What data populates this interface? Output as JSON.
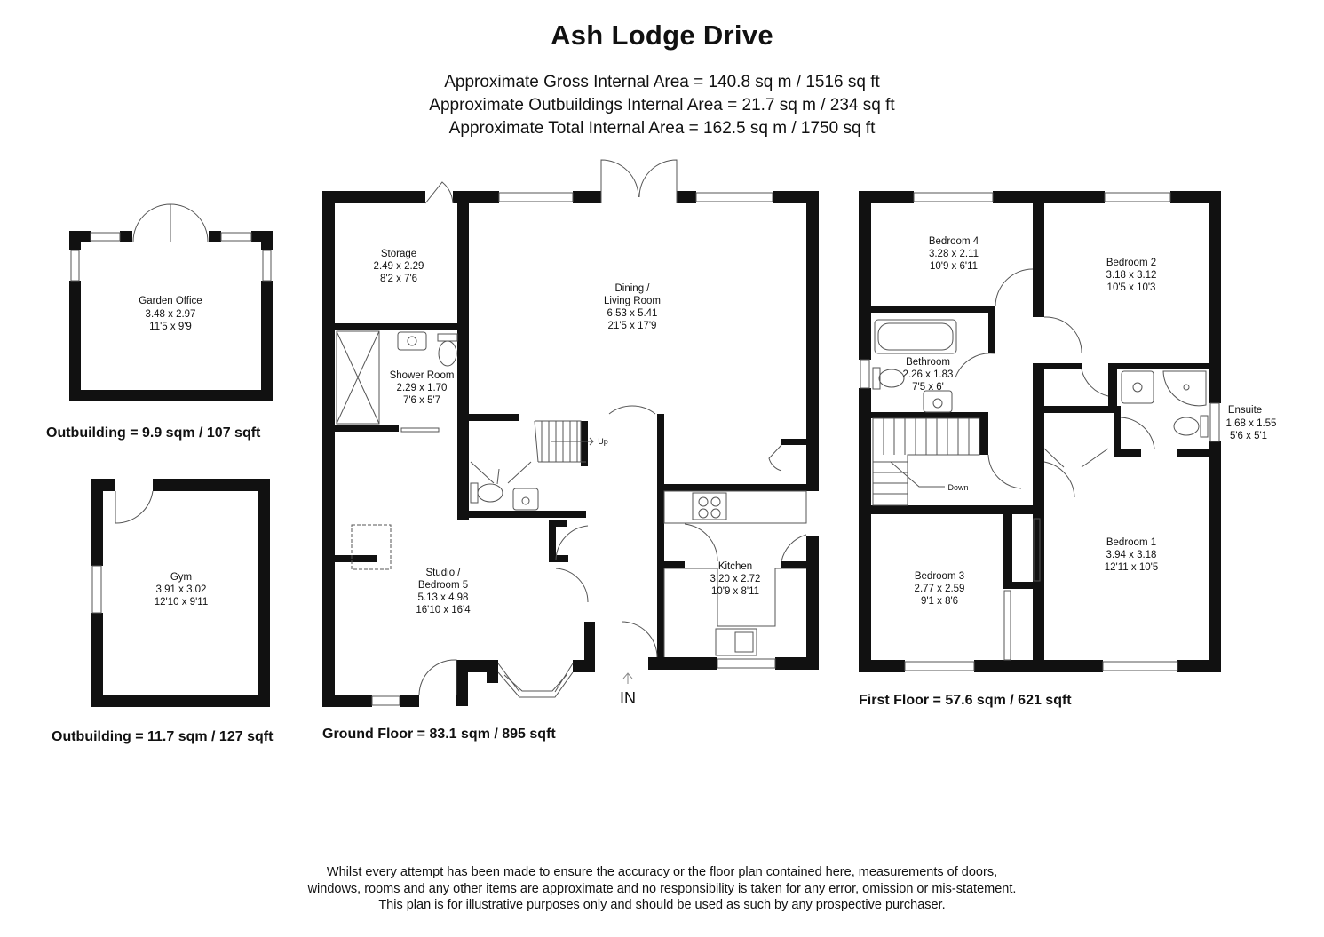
{
  "title": "Ash Lodge Drive",
  "areas": [
    "Approximate Gross Internal Area = 140.8 sq m / 1516 sq ft",
    "Approximate Outbuildings Internal Area = 21.7 sq m / 234 sq ft",
    "Approximate Total Internal Area = 162.5 sq m / 1750 sq ft"
  ],
  "floors": {
    "garden_office_building": "Outbuilding = 9.9 sqm / 107 sqft",
    "gym_building": "Outbuilding = 11.7 sqm / 127 sqft",
    "ground": "Ground Floor = 83.1 sqm / 895 sqft",
    "first": "First Floor = 57.6 sqm / 621 sqft"
  },
  "rooms": {
    "garden_office": {
      "name": "Garden Office",
      "metric": "3.48 x 2.97",
      "imperial": "11'5 x 9'9"
    },
    "gym": {
      "name": "Gym",
      "metric": "3.91 x 3.02",
      "imperial": "12'10 x 9'11"
    },
    "storage": {
      "name": "Storage",
      "metric": "2.49 x 2.29",
      "imperial": "8'2 x 7'6"
    },
    "shower_room": {
      "name": "Shower Room",
      "metric": "2.29 x 1.70",
      "imperial": "7'6 x 5'7"
    },
    "dining_living": {
      "name1": "Dining /",
      "name2": "Living Room",
      "metric": "6.53 x 5.41",
      "imperial": "21'5 x 17'9"
    },
    "studio": {
      "name1": "Studio /",
      "name2": "Bedroom 5",
      "metric": "5.13 x 4.98",
      "imperial": "16'10 x 16'4"
    },
    "kitchen": {
      "name": "Kitchen",
      "metric": "3.20 x 2.72",
      "imperial": "10'9 x 8'11"
    },
    "bedroom4": {
      "name": "Bedroom 4",
      "metric": "3.28 x 2.11",
      "imperial": "10'9 x 6'11"
    },
    "bedroom2": {
      "name": "Bedroom 2",
      "metric": "3.18 x 3.12",
      "imperial": "10'5 x 10'3"
    },
    "bathroom": {
      "name": "Bethroom",
      "metric": "2.26 x 1.83",
      "imperial": "7'5 x 6'"
    },
    "ensuite": {
      "name": "Ensuite",
      "metric": "1.68 x 1.55",
      "imperial": "5'6 x 5'1"
    },
    "bedroom1": {
      "name": "Bedroom 1",
      "metric": "3.94 x 3.18",
      "imperial": "12'11 x 10'5"
    },
    "bedroom3": {
      "name": "Bedroom 3",
      "metric": "2.77 x 2.59",
      "imperial": "9'1 x 8'6"
    }
  },
  "stairs": {
    "up": "Up",
    "down": "Down"
  },
  "entrance": "IN",
  "disclaimer": [
    "Whilst every attempt has been made to ensure the accuracy or the floor plan contained here, measurements of doors,",
    "windows, rooms and any other items are approximate and no responsibility is taken for any error, omission or mis-statement.",
    "This plan is for illustrative purposes only and should be used as such by any prospective purchaser."
  ],
  "colors": {
    "wall": "#111111",
    "line": "#555555",
    "text": "#111111",
    "background": "#ffffff"
  }
}
